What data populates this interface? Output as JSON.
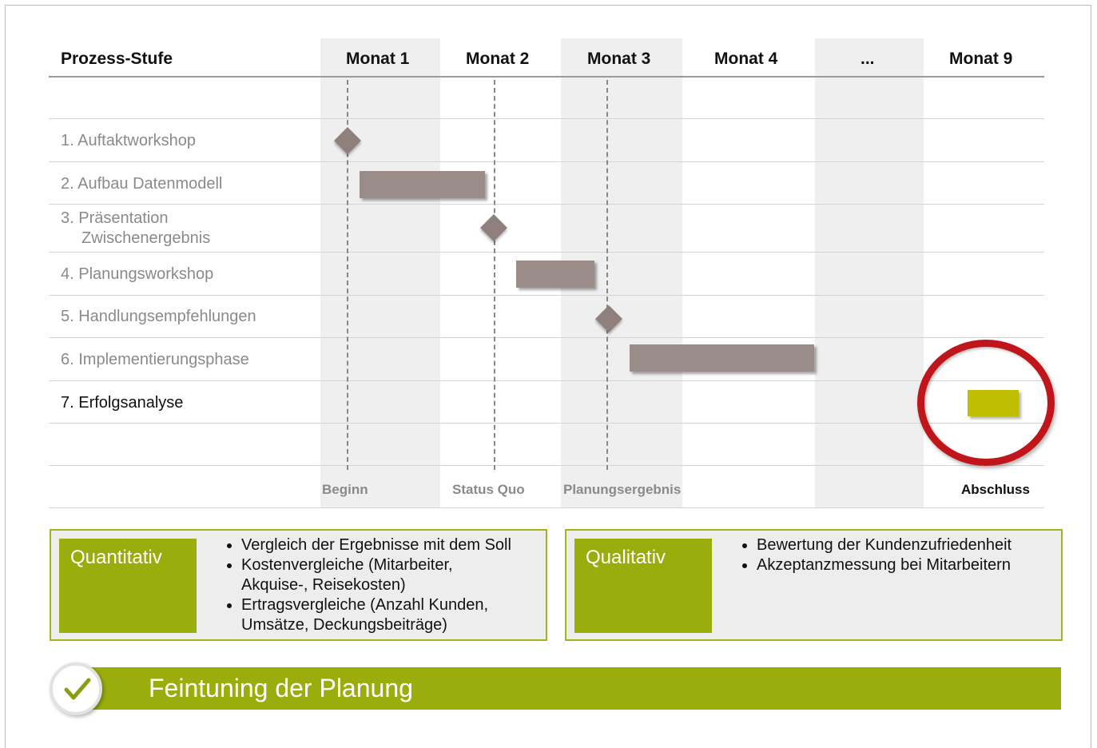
{
  "table": {
    "stage_header": "Prozess-Stufe",
    "months": [
      "Monat 1",
      "Monat 2",
      "Monat 3",
      "Monat 4",
      "...",
      "Monat 9"
    ],
    "rows": [
      {
        "label": "1. Auftaktworkshop"
      },
      {
        "label": "2. Aufbau Datenmodell"
      },
      {
        "label_line1": "3. Präsentation",
        "label_line2": "Zwischenergebnis"
      },
      {
        "label": "4. Planungsworkshop"
      },
      {
        "label": "5. Handlungsempfehlungen"
      },
      {
        "label": "6. Implementierungsphase"
      },
      {
        "label": "7. Erfolgsanalyse"
      }
    ],
    "milestones": [
      "Beginn",
      "Status Quo",
      "Planungsergebnis",
      "Abschluss"
    ]
  },
  "colors": {
    "bar": "#9a8c89",
    "diamond": "#8f807e",
    "highlight_bar": "#bfbe00",
    "accent_green": "#9bad0d",
    "ring": "#c0161b"
  },
  "quantitativ": {
    "tag": "Quantitativ",
    "items": [
      [
        "Vergleich der Ergebnisse mit dem Soll"
      ],
      [
        "Kostenvergleiche (Mitarbeiter,",
        "Akquise-, Reisekosten)"
      ],
      [
        "Ertragsvergleiche (Anzahl Kunden,",
        "Umsätze, Deckungsbeiträge)"
      ]
    ]
  },
  "qualitativ": {
    "tag": "Qualitativ",
    "items": [
      "Bewertung der Kundenzufriedenheit",
      "Akzeptanzmessung bei Mitarbeitern"
    ]
  },
  "banner": {
    "icon": "checkmark-icon",
    "title": "Feintuning der Planung"
  }
}
